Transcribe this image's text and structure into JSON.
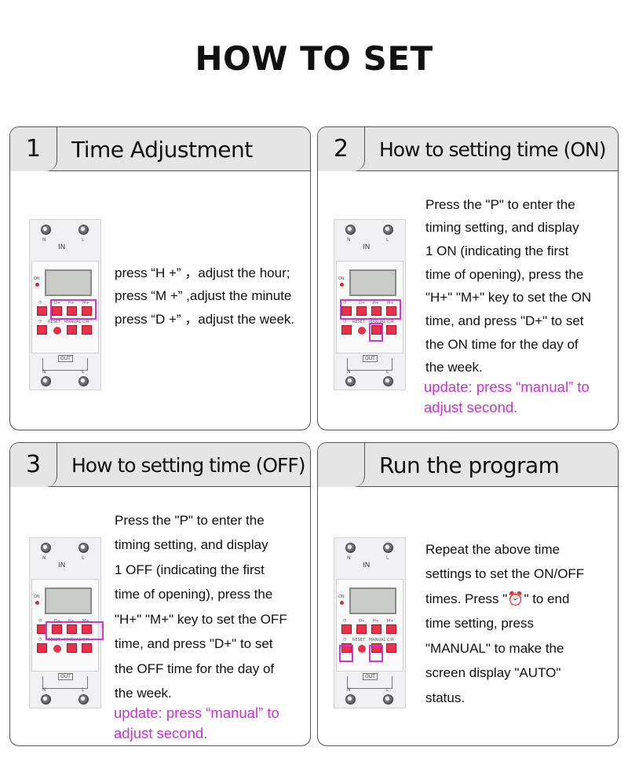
{
  "title": "HOW TO SET",
  "device_labels": {
    "n": "N",
    "l": "L",
    "in": "IN",
    "on": "ON",
    "d_plus": "D+",
    "h_plus": "H+",
    "m_plus": "M+",
    "reset": "RESET",
    "manual": "MANUAL",
    "cr": "C/R",
    "out": "OUT"
  },
  "cards": [
    {
      "number": "1",
      "title": "Time Adjustment",
      "lines": [
        "press “H +” ，adjust  the hour;",
        "press “M +” ,adjust the minute",
        "press “D +” ，adjust the week."
      ]
    },
    {
      "number": "2",
      "title": "How to setting time (ON)",
      "lines": [
        "Press the \"P\" to enter the",
        " timing setting, and display",
        " 1 ON (indicating the first",
        "time of opening), press the",
        " \"H+\" \"M+\" key to set the ON",
        "time, and press \"D+\" to set",
        "the ON time for the day of",
        "the week."
      ],
      "update": [
        "update: press “manual” to",
        "adjust second."
      ]
    },
    {
      "number": "3",
      "title": "How to setting time (OFF)",
      "lines": [
        "Press the \"P\" to enter the",
        "timing setting, and display",
        "1 OFF (indicating the first",
        "time of opening), press the",
        "\"H+\" \"M+\" key to set the OFF",
        "time, and press \"D+\" to set",
        "the OFF time for the day of",
        "the week."
      ],
      "update": [
        "update: press “manual” to",
        "adjust second."
      ]
    },
    {
      "number": "",
      "title": "Run the program",
      "lines": [
        "Repeat the above time",
        "settings to set the ON/OFF",
        "times. Press \"⏰\" to end",
        " time setting, press",
        "\"MANUAL\" to make the",
        "screen display \"AUTO\"",
        " status."
      ]
    }
  ],
  "colors": {
    "highlight": "#cf34d4",
    "update_text": "#cc2fd6",
    "key_red": "#e8324a",
    "header_bg": "#e5e5e5"
  }
}
